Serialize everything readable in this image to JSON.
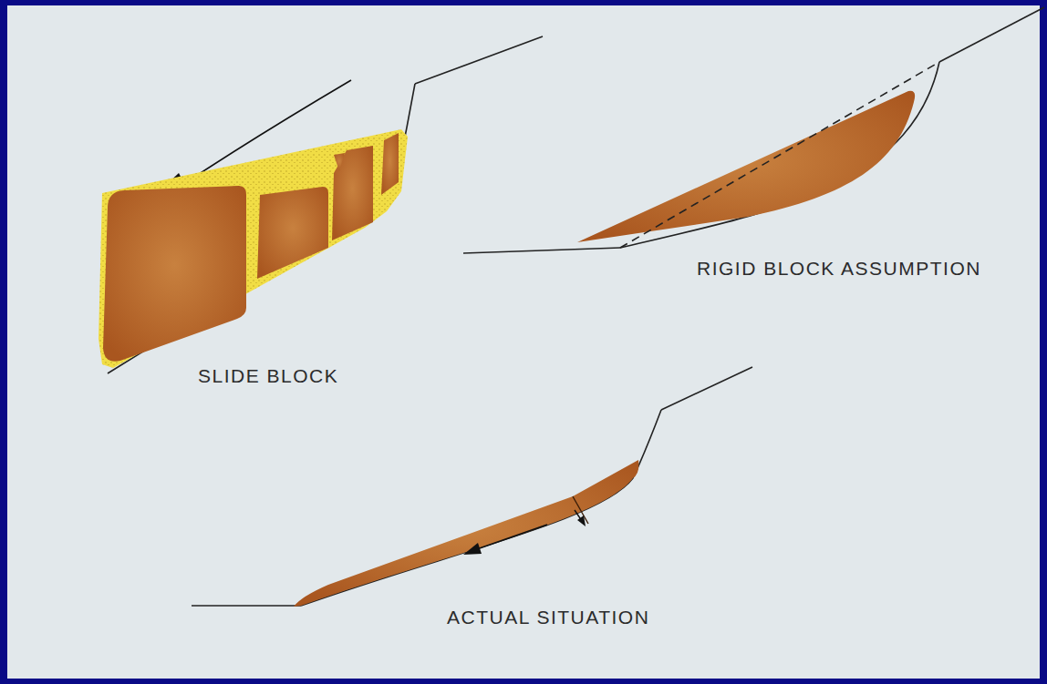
{
  "diagram": {
    "labels": [
      "SLIDE BLOCK",
      "RIGID BLOCK ASSUMPTION",
      "ACTUAL SITUATION"
    ]
  }
}
